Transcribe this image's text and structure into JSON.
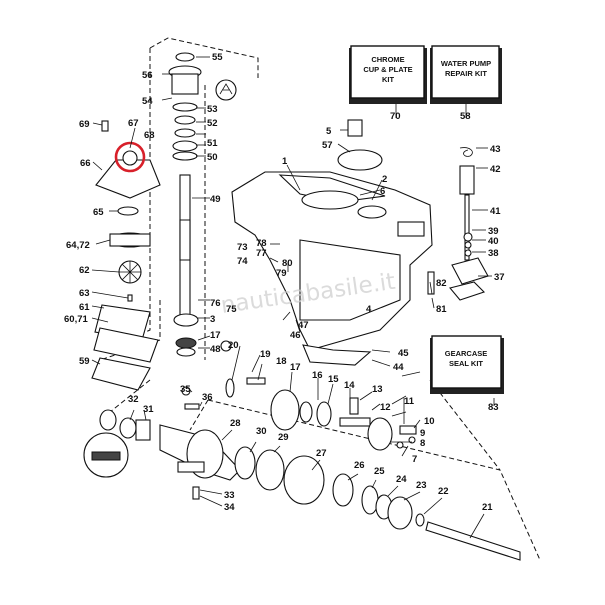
{
  "kits": [
    {
      "id": "chrome",
      "lines": [
        "CHROME",
        "CUP & PLATE",
        "KIT"
      ],
      "ref": "70"
    },
    {
      "id": "waterpump",
      "lines": [
        "WATER PUMP",
        "REPAIR KIT"
      ],
      "ref": "58"
    },
    {
      "id": "seal",
      "lines": [
        "GEARCASE",
        "SEAL KIT"
      ],
      "ref": "83"
    }
  ],
  "callouts": {
    "c1": "1",
    "c2": "2",
    "c3": "3",
    "c4": "4",
    "c5": "5",
    "c6": "6",
    "c7": "7",
    "c8": "8",
    "c9": "9",
    "c10": "10",
    "c11": "11",
    "c12": "12",
    "c13": "13",
    "c14": "14",
    "c15": "15",
    "c16": "16",
    "c17a": "17",
    "c17b": "17",
    "c18": "18",
    "c19": "19",
    "c20": "20",
    "c21": "21",
    "c22": "22",
    "c23": "23",
    "c24": "24",
    "c25": "25",
    "c26": "26",
    "c27": "27",
    "c28": "28",
    "c29": "29",
    "c30": "30",
    "c31": "31",
    "c32": "32",
    "c33": "33",
    "c34": "34",
    "c35": "35",
    "c36": "36",
    "c37": "37",
    "c38": "38",
    "c39": "39",
    "c40": "40",
    "c41": "41",
    "c42": "42",
    "c43": "43",
    "c44": "44",
    "c45": "45",
    "c46": "46",
    "c47": "47",
    "c48": "48",
    "c49": "49",
    "c50": "50",
    "c51": "51",
    "c52": "52",
    "c53": "53",
    "c54": "54",
    "c55": "55",
    "c56": "56",
    "c57": "57",
    "c59": "59",
    "c60": "60,71",
    "c61": "61",
    "c62": "62",
    "c63": "63",
    "c64": "64,72",
    "c65": "65",
    "c66": "66",
    "c67": "67",
    "c68": "68",
    "c69": "69",
    "c73": "73",
    "c74": "74",
    "c75": "75",
    "c76": "76",
    "c77": "77",
    "c78": "78",
    "c79": "79",
    "c80": "80",
    "c81": "81",
    "c82": "82"
  },
  "watermark": "nauticabasile.it",
  "highlight_color": "#d8202a"
}
